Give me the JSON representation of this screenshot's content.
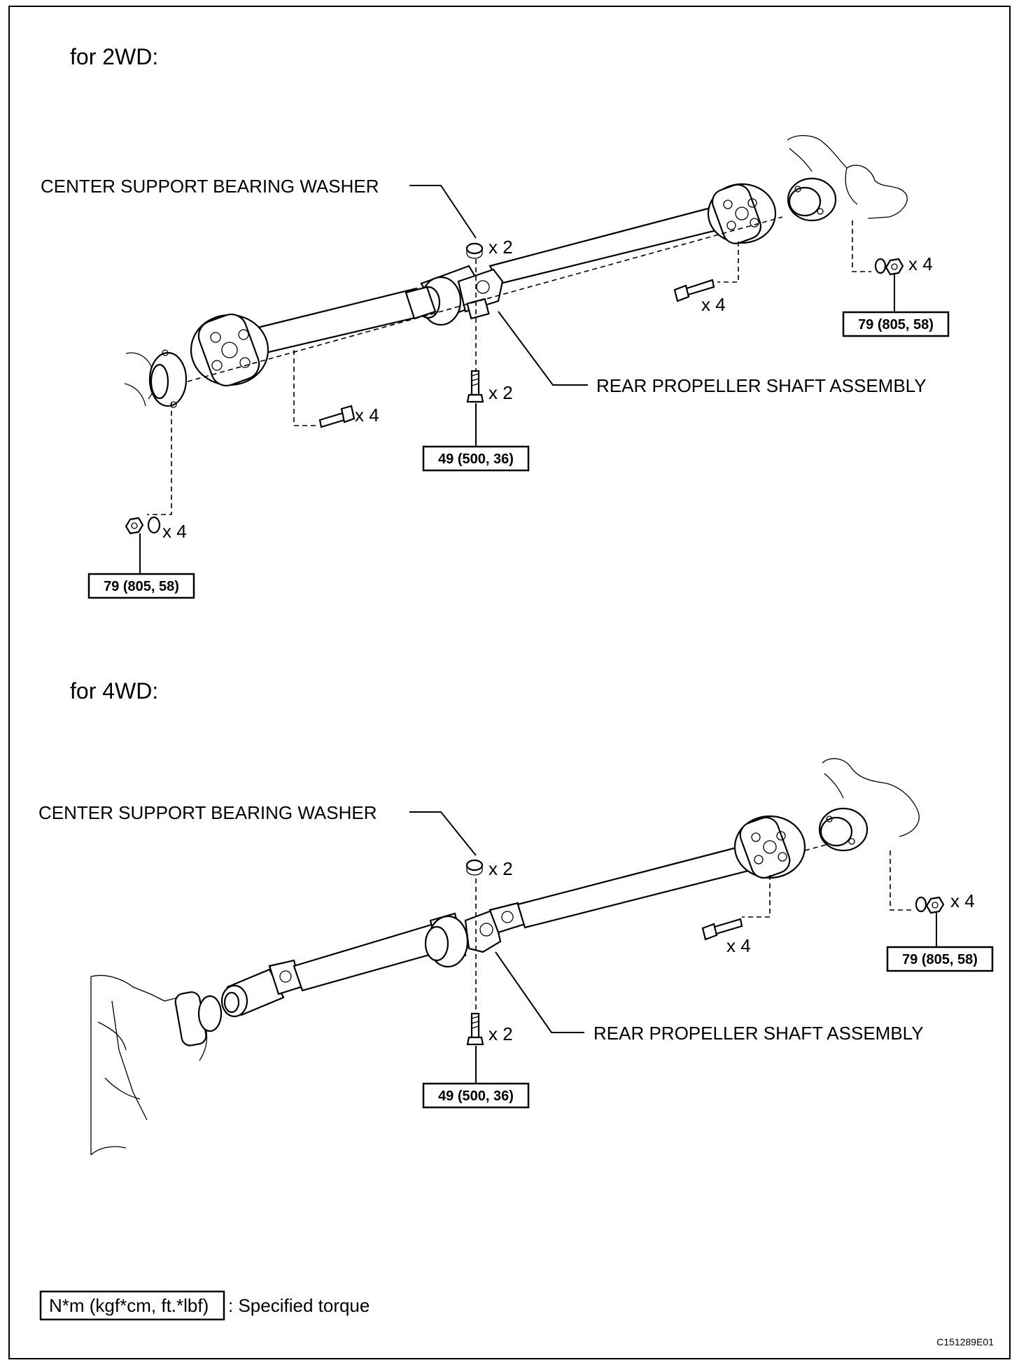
{
  "diagram": {
    "code": "C151289E01",
    "sections": [
      {
        "header": "for 2WD:",
        "washer_label": "CENTER SUPPORT BEARING WASHER",
        "assembly_label": "REAR PROPELLER SHAFT ASSEMBLY",
        "qty": {
          "washer": "x 2",
          "center_bolt": "x 2",
          "front_bolt": "x 4",
          "rear_bolt": "x 4",
          "front_nut": "x 4",
          "rear_nut": "x 4"
        },
        "torque": {
          "center": "49 (500, 36)",
          "front": "79 (805, 58)",
          "rear": "79 (805, 58)"
        }
      },
      {
        "header": "for 4WD:",
        "washer_label": "CENTER SUPPORT BEARING WASHER",
        "assembly_label": "REAR PROPELLER SHAFT ASSEMBLY",
        "qty": {
          "washer": "x 2",
          "center_bolt": "x 2",
          "rear_bolt": "x 4",
          "rear_nut": "x 4"
        },
        "torque": {
          "center": "49 (500, 36)",
          "rear": "79 (805, 58)"
        }
      }
    ],
    "legend": {
      "unit": "N*m (kgf*cm, ft.*lbf)",
      "description": ": Specified torque"
    }
  }
}
